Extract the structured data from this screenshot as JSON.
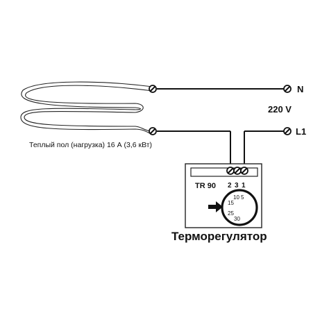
{
  "labels": {
    "neutral": "N",
    "live": "L1",
    "voltage": "220 V",
    "load": "Теплый пол (нагрузка) 16 А (3,6 кВт)",
    "device_model": "TR 90",
    "device_name": "Терморегулятор"
  },
  "thermostat": {
    "terminals": [
      "2",
      "3",
      "1"
    ],
    "dial_scale": [
      "5",
      "10",
      "15",
      "25",
      "30"
    ]
  }
}
